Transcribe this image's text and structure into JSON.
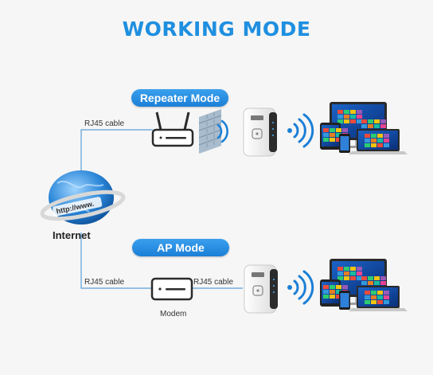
{
  "title": "WORKING MODE",
  "modes": {
    "repeater": {
      "label": "Repeater Mode",
      "cable_label": "RJ45 cable"
    },
    "ap": {
      "label": "AP Mode",
      "cable_label_left": "RJ45 cable",
      "cable_label_right": "RJ45 cable",
      "device_label": "Modem"
    }
  },
  "globe": {
    "url_text": "http://www.",
    "label": "Internet"
  },
  "icons": [
    "globe-icon",
    "router-icon",
    "modem-icon",
    "wall-icon",
    "wifi-extender-icon",
    "wifi-signal-icon",
    "devices-icon"
  ],
  "colors": {
    "accent": "#1b7fd6",
    "title": "#1f8fe0",
    "line": "#5aa0d8"
  }
}
